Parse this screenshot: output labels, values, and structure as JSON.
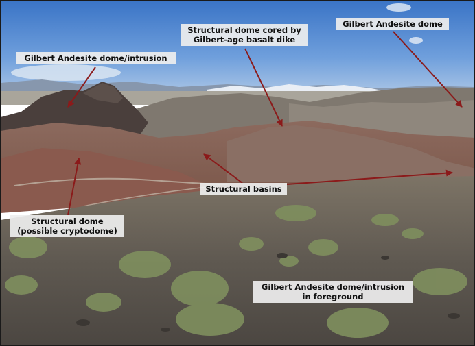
{
  "labels": {
    "gilbert_dome_intrusion_left": "Gilbert Andesite dome/intrusion",
    "structural_dome_basalt_line1": "Structural dome cored by",
    "structural_dome_basalt_line2": "Gilbert-age basalt dike",
    "gilbert_dome_right": "Gilbert Andesite dome",
    "structural_basins": "Structural basins",
    "structural_dome_line1": "Structural dome",
    "structural_dome_line2": "(possible cryptodome)",
    "foreground_line1": "Gilbert Andesite dome/intrusion",
    "foreground_line2": "in foreground"
  },
  "colors": {
    "arrow": "#8b1a1a",
    "sky_top": "#3f78c8",
    "label_bg": "#eeeeee"
  }
}
